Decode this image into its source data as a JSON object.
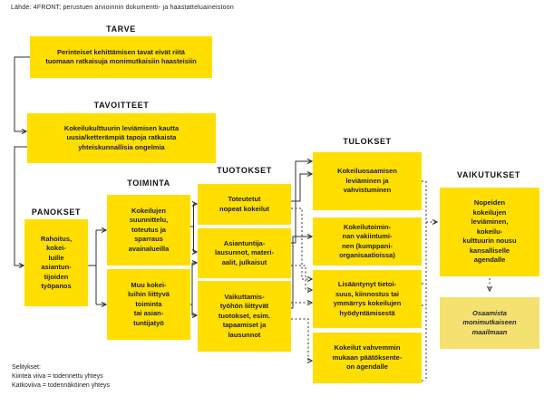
{
  "source_note": "Lähde: 4FRONT; perustuen arvioinnin dokumentti- ja haastatteluaineistoon",
  "colors": {
    "box_yellow": "#FFDE00",
    "box_light_yellow": "#F5E170",
    "line": "#2F2F2F",
    "text": "#1D1D1D",
    "background": "#FFFFFF"
  },
  "stages": {
    "tarve": {
      "header": "TARVE",
      "box": "Perinteiset kehittämisen tavat eivät riitä\ntuomaan ratkaisuja monimutkaisiin haasteisiin"
    },
    "tavoitteet": {
      "header": "TAVOITTEET",
      "box": "Kokeilukulttuurin leviämisen kautta\nuusia/ketterämpiä tapoja ratkaista\nyhteiskunnallisia ongelmia"
    },
    "panokset": {
      "header": "PANOKSET",
      "box": "Rahoitus,\nkokei-\nluille\nasiantun-\ntijoiden\ntyöpanos"
    },
    "toiminta": {
      "header": "TOIMINTA",
      "boxes": [
        "Kokeilujen\nsuunnittelu,\ntoteutus ja\nsparraus\navainalueilla",
        "Muu kokei-\nluihin liittyvä\ntoiminta\ntai asian-\ntuntijatyö"
      ]
    },
    "tuotokset": {
      "header": "TUOTOKSET",
      "boxes": [
        "Toteutetut\nnopeat kokeilut",
        "Asiantuntija-\nlausunnot, materi-\naalit, julkaisut",
        "Vaikuttamis-\ntyöhön liittyvät\ntuotokset, esim.\ntapaamiset ja\nlausunnot"
      ]
    },
    "tulokset": {
      "header": "TULOKSET",
      "boxes": [
        "Kokeiluosaamisen\nleviäminen ja\nvahvistuminen",
        "Kokeilutoimin-\nnan vakiintumi-\nnen (kumppani-\norganisaatioissa)",
        "Lisääntynyt tietoi-\nsuus, kiinnostus tai\nymmärrys kokeilujen\nhyödyntämisestä",
        "Kokeilut vahvemmin\nmukaan päätöksente-\non agendalle"
      ]
    },
    "vaikutukset": {
      "header": "VAIKUTUKSET",
      "box": "Nopeiden\nkokeilujen\nleviäminen,\nkokeilu-\nkulttuurin nousu\nkansalliselle\nagendalle",
      "final_impact": "Osaamista\nmonimutkaiseen\nmaailmaan"
    }
  },
  "legend": {
    "title": "Selitykset:",
    "solid_line": "Kiinteä viiva = todennettu yhteys",
    "dashed_line": "Katkoviiva = todennäköinen yhteys"
  }
}
